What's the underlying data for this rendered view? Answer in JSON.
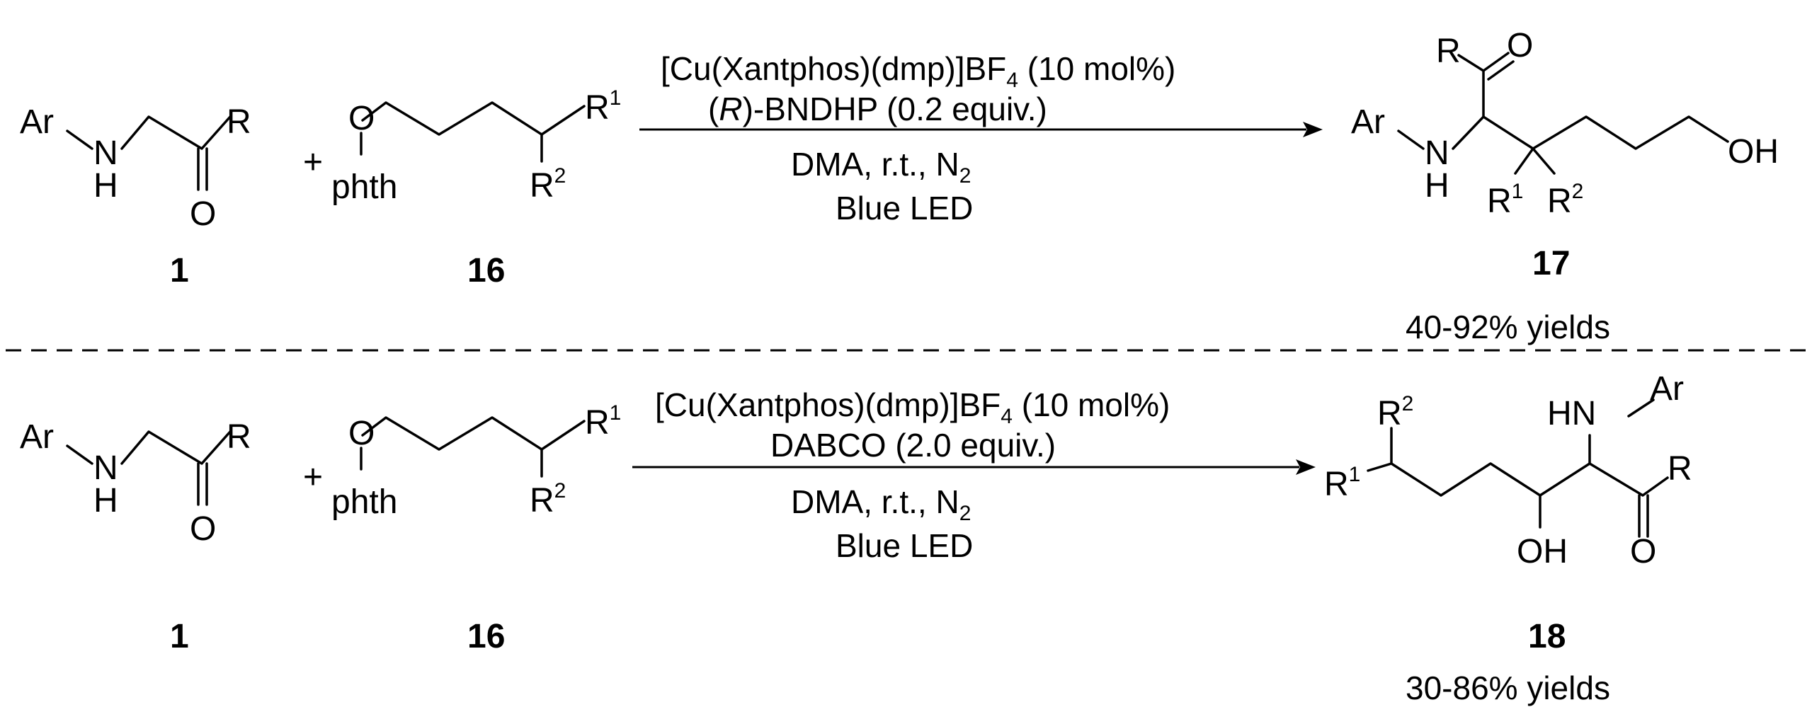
{
  "atoms": {
    "ar": "Ar",
    "nh_n": "N",
    "nh_h": "H",
    "hn": "HN",
    "r": "R",
    "o": "O",
    "oh": "OH",
    "phth": "phth",
    "r1_base": "R",
    "r2_base": "R",
    "sup1": "1",
    "sup2": "2",
    "plus": "+"
  },
  "reaction_top": {
    "catalyst_main": "[Cu(Xantphos)(dmp)]BF",
    "catalyst_sub": "4",
    "catalyst_load": " (10 mol%)",
    "additive_paren_open": "(",
    "additive_italic": "R",
    "additive_rest": ")-BNDHP (0.2 equiv.)",
    "solvent_main": "DMA, r.t., N",
    "solvent_sub": "2",
    "light": "Blue LED",
    "reactant1_label": "1",
    "reactant2_label": "16",
    "product_label": "17",
    "yield": "40-92% yields"
  },
  "reaction_bottom": {
    "catalyst_main": "[Cu(Xantphos)(dmp)]BF",
    "catalyst_sub": "4",
    "catalyst_load": " (10 mol%)",
    "additive": "DABCO (2.0 equiv.)",
    "solvent_main": "DMA, r.t., N",
    "solvent_sub": "2",
    "light": "Blue LED",
    "reactant1_label": "1",
    "reactant2_label": "16",
    "product_label": "18",
    "yield": "30-86% yields"
  }
}
